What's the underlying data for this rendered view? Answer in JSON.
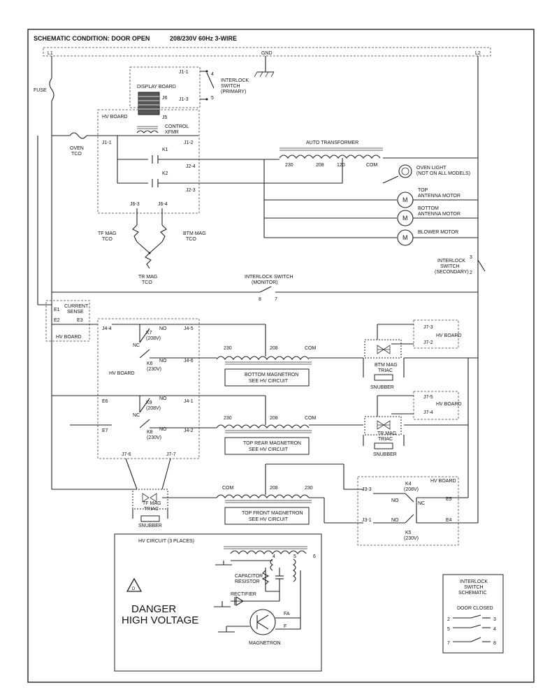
{
  "header": {
    "condition": "SCHEMATIC CONDITION: DOOR OPEN",
    "supply": "208/230V 60Hz 3-WIRE"
  },
  "bus": {
    "l1": "L1",
    "gnd": "GND",
    "l2": "L2"
  },
  "fuse": "FUSE",
  "display_board": {
    "title": "DISPLAY BOARD",
    "j1_1": "J1-1",
    "j1_3": "J1-3",
    "j6": "J6",
    "j5": "J5"
  },
  "interlock_primary": {
    "line1": "INTERLOCK",
    "line2": "SWITCH",
    "line3": "(PRIMARY)",
    "p4": "4",
    "p5": "5"
  },
  "hv_board_top": {
    "title": "HV BOARD",
    "control1": "CONTROL",
    "control2": "XFMR",
    "j1_1": "J1-1",
    "j1_2": "J1-2",
    "k1": "K1",
    "k2": "K2",
    "j2_4": "J2-4",
    "j2_3": "J2-3",
    "j6_3": "J6-3",
    "j6_4": "J6-4"
  },
  "oven_tco": {
    "line1": "OVEN",
    "line2": "TCO"
  },
  "auto_transformer": {
    "title": "AUTO TRANSFORMER",
    "t230": "230",
    "t208": "208",
    "t120": "120",
    "com": "COM"
  },
  "loads": {
    "oven_light1": "OVEN LIGHT",
    "oven_light2": "(NOT ON ALL MODELS)",
    "top_ant1": "TOP",
    "top_ant2": "ANTENNA MOTOR",
    "btm_ant1": "BOTTOM",
    "btm_ant2": "ANTENNA MOTOR",
    "blower": "BLOWER MOTOR",
    "motor_symbol": "M"
  },
  "mag_tcos": {
    "tf1": "TF MAG",
    "tf2": "TCO",
    "btm1": "BTM MAG",
    "btm2": "TCO",
    "tr1": "TR MAG",
    "tr2": "TCO"
  },
  "interlock_secondary": {
    "line1": "INTERLOCK",
    "line2": "SWITCH",
    "line3": "(SECONDARY)",
    "p3": "3",
    "p2": "2"
  },
  "interlock_monitor": {
    "line1": "INTERLOCK SWITCH",
    "line2": "(MONITOR)",
    "p8": "8",
    "p7": "7"
  },
  "current_sense": {
    "line1": "CURRENT",
    "line2": "SENSE",
    "e1": "E1",
    "e2": "E2",
    "e3": "E3",
    "board": "HV BOARD"
  },
  "hv_board_mid": {
    "title": "HV BOARD",
    "j4_4": "J4-4",
    "j4_5": "J4-5",
    "j4_6": "J4-6",
    "k7": "K7",
    "k7v": "(208V)",
    "k6": "K6",
    "k6v": "(230V)",
    "no": "NO",
    "nc": "NC",
    "e6": "E6",
    "j4_1": "J4-1",
    "k9": "K9",
    "k9v": "(208V)",
    "k8": "K8",
    "k8v": "(230V)",
    "e7": "E7",
    "j4_2": "J4-2",
    "j7_6": "J7-6",
    "j7_7": "J7-7"
  },
  "bottom_magnetron": {
    "t230": "230",
    "t208": "208",
    "com": "COM",
    "line1": "BOTTOM MAGNETRON",
    "line2": "SEE HV CIRCUIT"
  },
  "top_rear_magnetron": {
    "t230": "230",
    "t208": "208",
    "com": "COM",
    "line1": "TOP REAR MAGNETRON",
    "line2": "SEE HV CIRCUIT"
  },
  "top_front_magnetron": {
    "com": "COM",
    "t208": "208",
    "t230": "230",
    "line1": "TOP FRONT MAGNETRON",
    "line2": "SEE HV CIRCUIT"
  },
  "btm_triac": {
    "j7_3": "J7-3",
    "j7_2": "J7-2",
    "board": "HV BOARD",
    "line1": "BTM MAG",
    "line2": "TRIAC",
    "snubber": "SNUBBER"
  },
  "tr_triac": {
    "j7_5": "J7-5",
    "j7_4": "J7-4",
    "board": "HV BOARD",
    "line1": "TR MAG",
    "line2": "TRIAC",
    "snubber": "SNUBBER"
  },
  "tf_triac": {
    "line1": "TF MAG",
    "line2": "TRIAC",
    "snubber": "SNUBBER"
  },
  "hv_board_bottom": {
    "title": "HV BOARD",
    "j3_3": "J3-3",
    "j3_1": "J3-1",
    "k4": "K4",
    "k4v": "(208V)",
    "k5": "K5",
    "k5v": "(230V)",
    "no": "NO",
    "nc": "NC",
    "e5": "E5",
    "e4": "E4"
  },
  "hv_circuit": {
    "title": "HV CIRCUIT (3 PLACES)",
    "cap1": "CAPACITOR",
    "cap2": "RESISTOR",
    "rectifier": "RECTIFIER",
    "magnetron": "MAGNETRON",
    "fa": "FA",
    "f": "F",
    "p4": "4",
    "p5": "5",
    "p6": "6"
  },
  "danger": {
    "line1": "DANGER",
    "line2": "HIGH VOLTAGE",
    "mark": "D"
  },
  "switch_schematic": {
    "line1": "INTERLOCK",
    "line2": "SWITCH",
    "line3": "SCHEMATIC",
    "state": "DOOR CLOSED",
    "n2": "2",
    "n3": "3",
    "n5": "5",
    "n4": "4",
    "n7": "7",
    "n8": "8"
  }
}
